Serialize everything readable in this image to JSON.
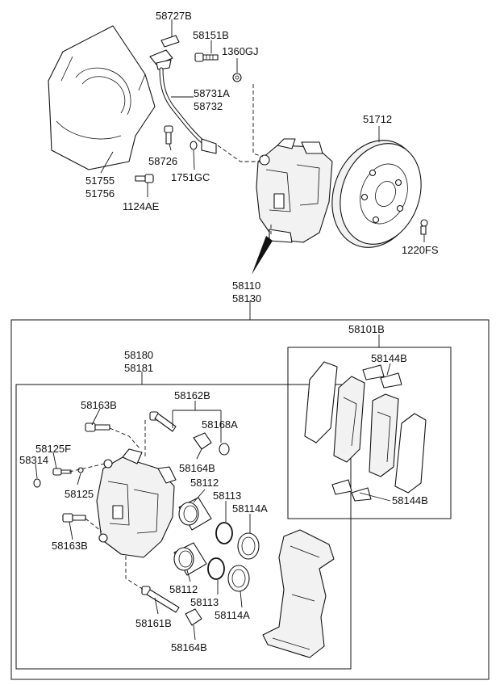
{
  "labels": {
    "p58727B": "58727B",
    "p58151B": "58151B",
    "p1360GJ": "1360GJ",
    "p58731A": "58731A",
    "p58732": "58732",
    "p58726": "58726",
    "p1751GC": "1751GC",
    "p51755": "51755",
    "p51756": "51756",
    "p1124AE": "1124AE",
    "p51712": "51712",
    "p1220FS": "1220FS",
    "p58110": "58110",
    "p58130": "58130",
    "p58101B": "58101B",
    "p58144B_top": "58144B",
    "p58144B_bottom": "58144B",
    "p58180": "58180",
    "p58181": "58181",
    "p58163B_top": "58163B",
    "p58162B": "58162B",
    "p58168A": "58168A",
    "p58125F": "58125F",
    "p58314": "58314",
    "p58164B_top": "58164B",
    "p58112_top": "58112",
    "p58125": "58125",
    "p58113_top": "58113",
    "p58114A_top": "58114A",
    "p58163B_bottom": "58163B",
    "p58112_bottom": "58112",
    "p58113_bottom": "58113",
    "p58114A_bottom": "58114A",
    "p58161B": "58161B",
    "p58164B_bottom": "58164B"
  },
  "colors": {
    "line": "#111111",
    "background": "#ffffff"
  }
}
